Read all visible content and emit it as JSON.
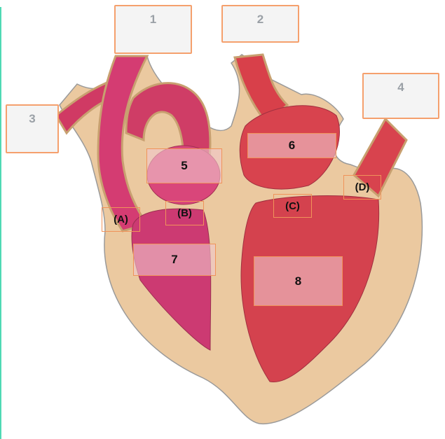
{
  "diagram": {
    "subject": "heart cross-section",
    "colors": {
      "drop_border": "#f5a06d",
      "drop_fill": "#f4f4f4",
      "drop_text": "#9aa0a6",
      "label_border": "#f0935a",
      "tissue": "#ebc9a0",
      "left_side_blood": "#d14a5a",
      "right_side_blood": "#c93a6a",
      "accent_rule": "#4fd9b4"
    },
    "drop_zones": [
      {
        "id": "1",
        "label": "1"
      },
      {
        "id": "2",
        "label": "2"
      },
      {
        "id": "3",
        "label": "3"
      },
      {
        "id": "4",
        "label": "4"
      }
    ],
    "numbered_labels": [
      {
        "id": "5",
        "label": "5"
      },
      {
        "id": "6",
        "label": "6"
      },
      {
        "id": "7",
        "label": "7"
      },
      {
        "id": "8",
        "label": "8"
      }
    ],
    "valve_labels": [
      {
        "id": "A",
        "label": "(A)"
      },
      {
        "id": "B",
        "label": "(B)"
      },
      {
        "id": "C",
        "label": "(C)"
      },
      {
        "id": "D",
        "label": "(D)"
      }
    ]
  }
}
